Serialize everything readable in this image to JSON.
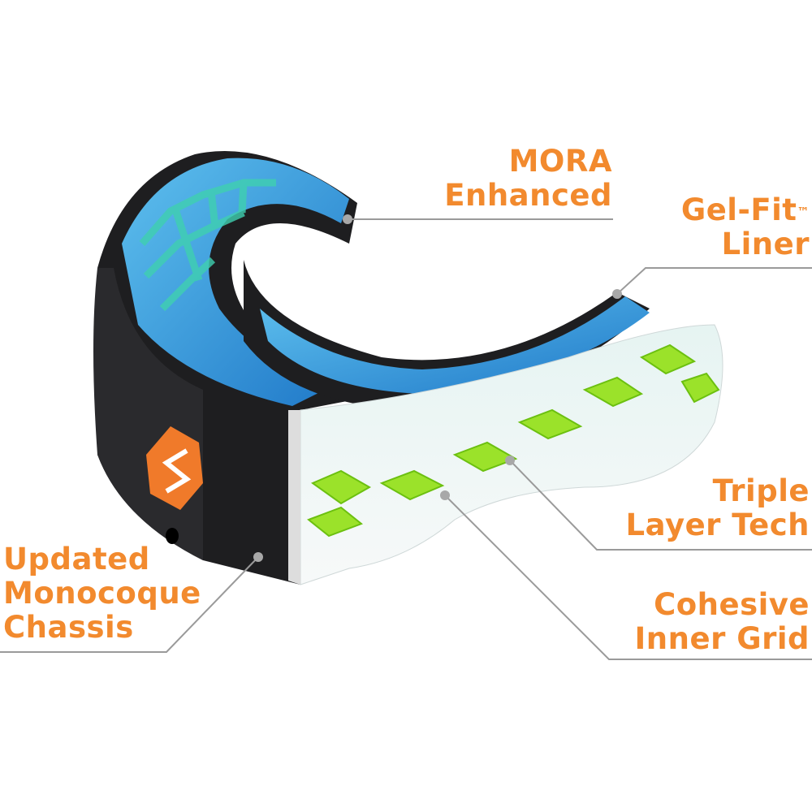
{
  "callouts": {
    "mora": {
      "line1": "MORA",
      "line2": "Enhanced"
    },
    "gelfit": {
      "line1": "Gel-Fit",
      "tm": "™",
      "line2": "Liner"
    },
    "triple": {
      "line1": "Triple",
      "line2": "Layer Tech"
    },
    "cohesive": {
      "line1": "Cohesive",
      "line2": "Inner Grid"
    },
    "chassis": {
      "line1": "Updated",
      "line2": "Monocoque",
      "line3": "Chassis"
    }
  },
  "colors": {
    "label": "#f28a2e",
    "leader": "#9a9a9a",
    "shell": "#1e1e20",
    "liner": "#2f8fd8",
    "grid": "#9be22a",
    "logo": "#f07a2a"
  },
  "product": {
    "icon": "mouthguard-illustration",
    "logo": "shock-doctor-logo"
  }
}
